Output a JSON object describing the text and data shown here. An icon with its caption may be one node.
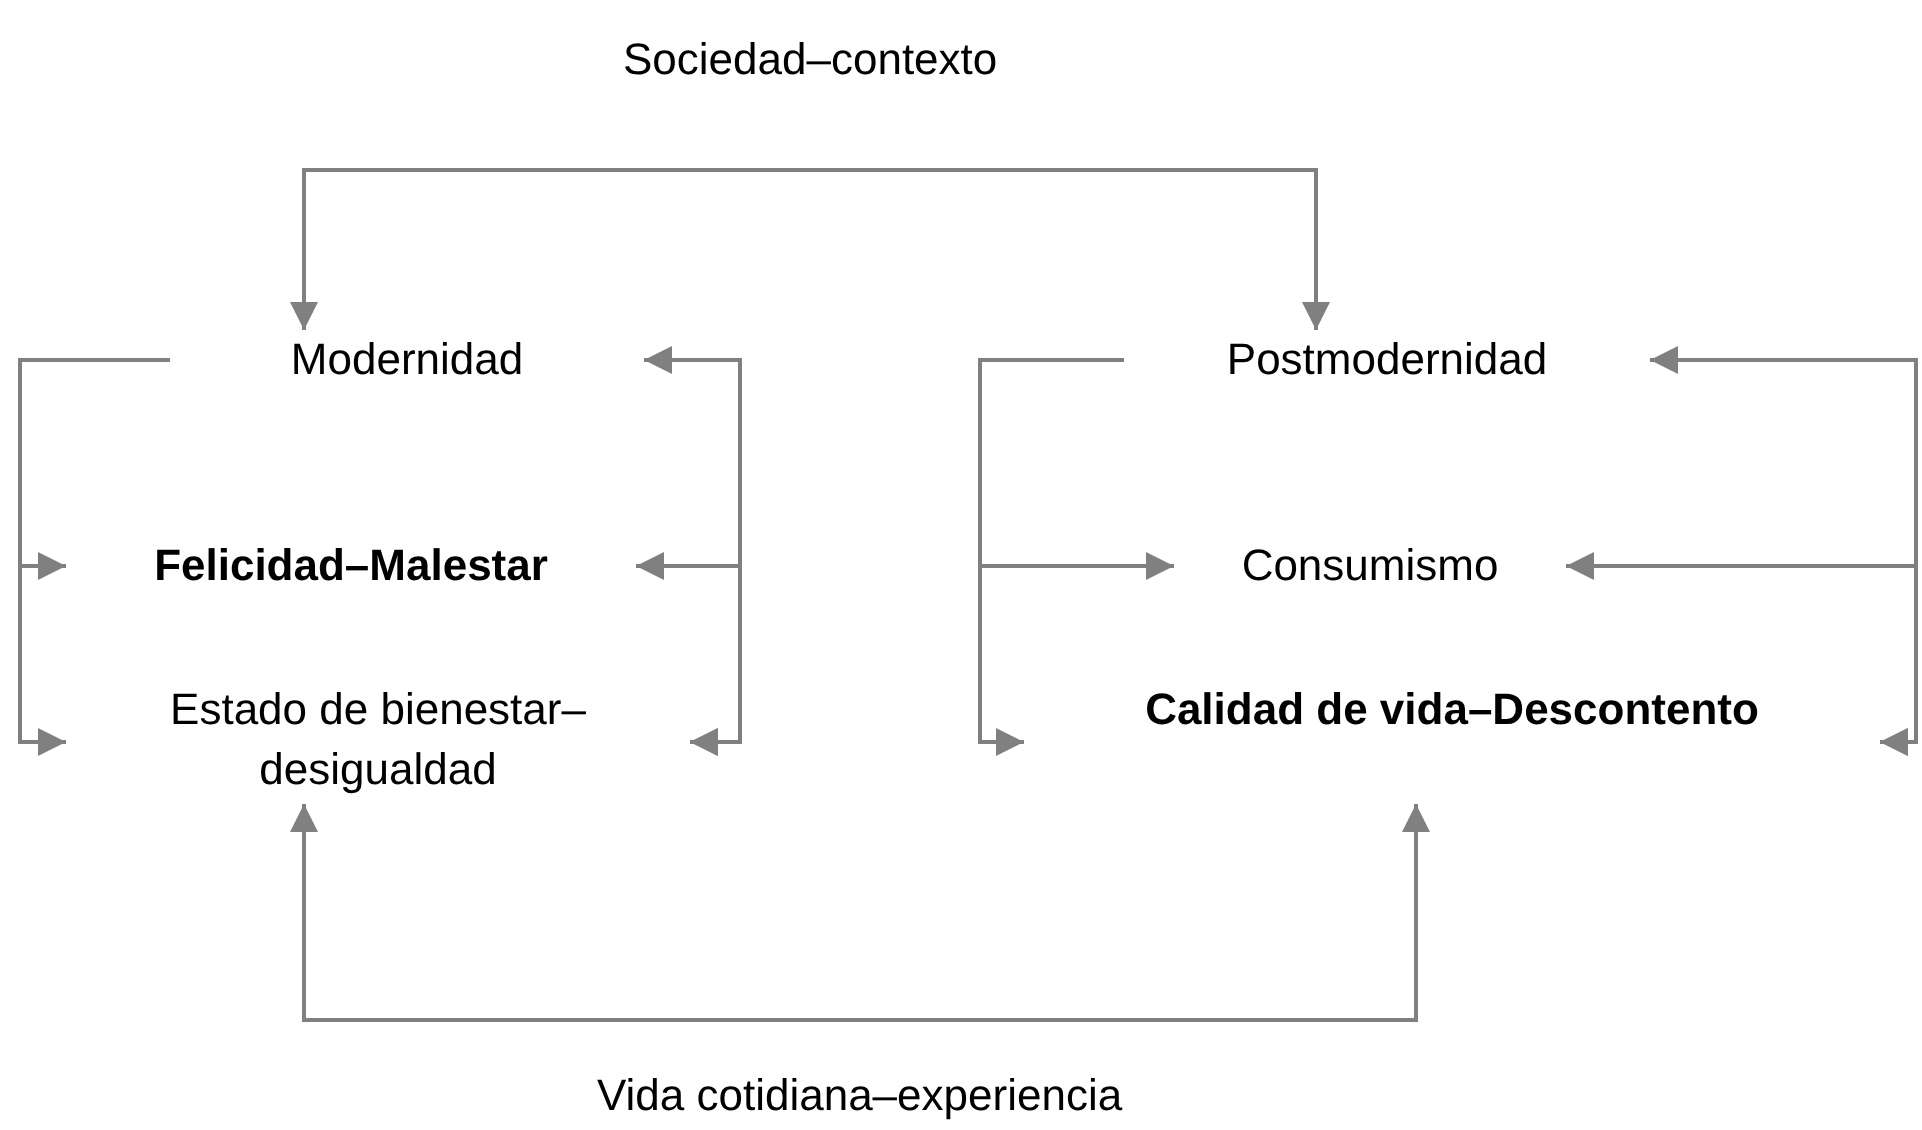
{
  "diagram": {
    "nodes": [
      {
        "text": [
          "Modernidad"
        ]
      },
      {
        "text": [
          "Felicidad–Malestar"
        ]
      },
      {
        "text": [
          "Estado de bienestar– desigualdad"
        ]
      },
      {
        "text": [
          "Postmodernidad"
        ]
      },
      {
        "text": [
          "Consumismo"
        ]
      },
      {
        "text": [
          "Calidad de vida–Descontento"
        ]
      }
    ],
    "edges": [
      {
        "from": null,
        "to": 0,
        "arrow": "to"
      },
      {
        "from": null,
        "to": 3,
        "arrow": "to"
      },
      {
        "from": null,
        "to": 2,
        "arrow": "to"
      },
      {
        "from": null,
        "to": 5,
        "arrow": "to"
      },
      {
        "from": 0,
        "to": 1,
        "arrow": "to"
      },
      {
        "from": 0,
        "to": 2,
        "arrow": "to"
      },
      {
        "from": 2,
        "to": 1,
        "arrow": "both"
      },
      {
        "from": 2,
        "to": 0,
        "arrow": "both"
      },
      {
        "from": 3,
        "to": 4,
        "arrow": "to"
      },
      {
        "from": 3,
        "to": 5,
        "arrow": "to"
      },
      {
        "from": 5,
        "to": 3,
        "arrow": "both"
      },
      {
        "from": 5,
        "to": 4,
        "arrow": "both"
      }
    ],
    "labels": [
      "Sociedad–contexto",
      "Vida cotidiana–experiencia"
    ]
  }
}
